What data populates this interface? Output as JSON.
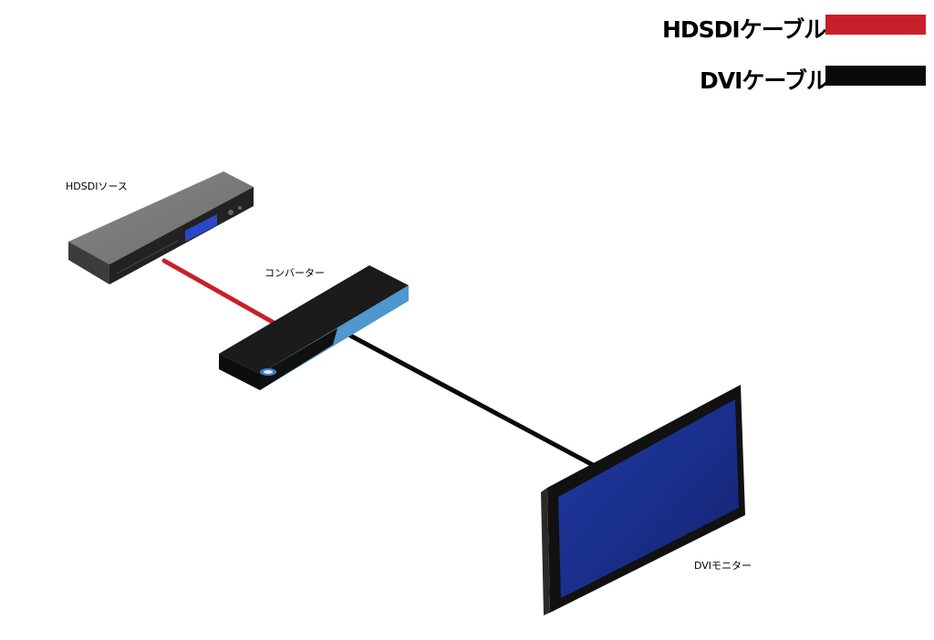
{
  "legend": {
    "hdsdi_cable_label": "HDSDIケーブル",
    "dvi_cable_label": "DVIケーブル"
  },
  "devices": {
    "source_label": "HDSDIソース",
    "converter_label": "コンバーター",
    "monitor_label": "DVIモニター"
  },
  "colors": {
    "hdsdi_cable": "#c8202a",
    "dvi_cable": "#0a0a0a",
    "converter_accent": "#4f97cc",
    "monitor_screen": "#1a2f8c"
  }
}
